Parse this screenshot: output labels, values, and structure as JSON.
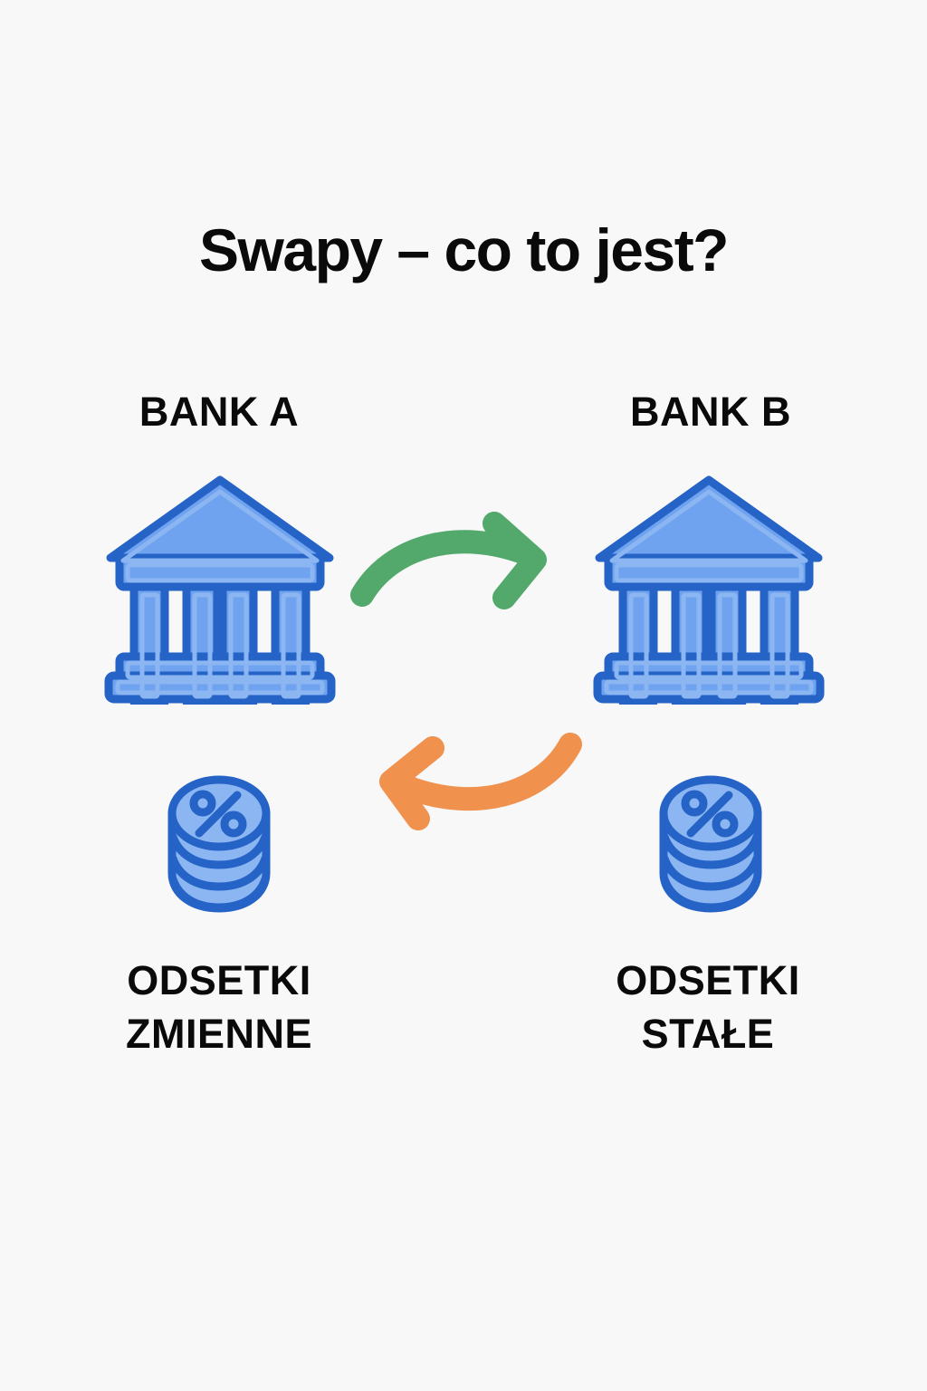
{
  "page": {
    "background_color": "#f8f8f8",
    "title": "Swapy – co to jest?"
  },
  "colors": {
    "text": "#0a0a0a",
    "icon_outline": "#2563c7",
    "icon_fill": "#6fa3ef",
    "icon_fill_light": "#8cb6f2",
    "arrow_green": "#52a96b",
    "arrow_orange": "#f0914e",
    "background": "#f8f8f8"
  },
  "banks": {
    "left": {
      "label": "BANK A",
      "icon": "bank-building-icon"
    },
    "right": {
      "label": "BANK B",
      "icon": "bank-building-icon"
    }
  },
  "arrows": {
    "top": {
      "name": "arrow-right-curved-green",
      "direction": "left-to-right",
      "color": "#52a96b"
    },
    "bottom": {
      "name": "arrow-left-curved-orange",
      "direction": "right-to-left",
      "color": "#f0914e"
    }
  },
  "interest": {
    "left": {
      "icon": "coin-stack-percent-icon",
      "line1": "ODSETKI",
      "line2": "ZMIENNE"
    },
    "right": {
      "icon": "coin-stack-percent-icon",
      "line1": "ODSETKI",
      "line2": "STAŁE"
    }
  }
}
